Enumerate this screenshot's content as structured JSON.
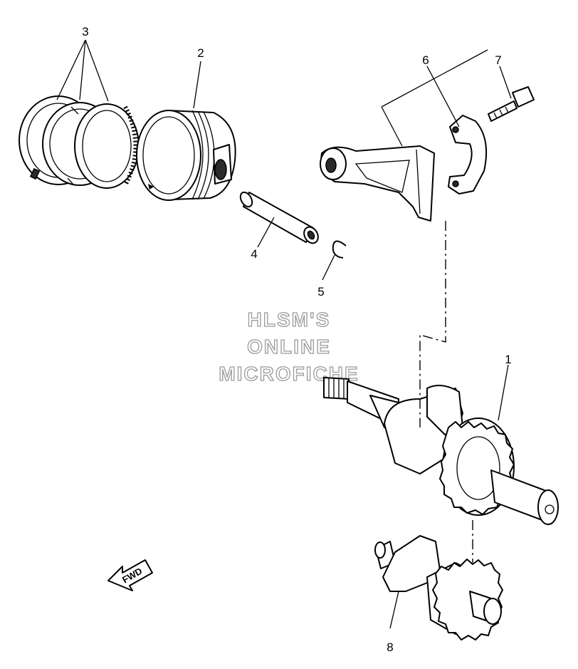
{
  "callouts": {
    "c1": "1",
    "c2": "2",
    "c3": "3",
    "c4": "4",
    "c5": "5",
    "c6": "6",
    "c7": "7",
    "c8": "8"
  },
  "watermark": {
    "line1": "HLSM'S",
    "line2": "ONLINE",
    "line3": "MICROFICHE"
  },
  "direction_label": "FWD"
}
